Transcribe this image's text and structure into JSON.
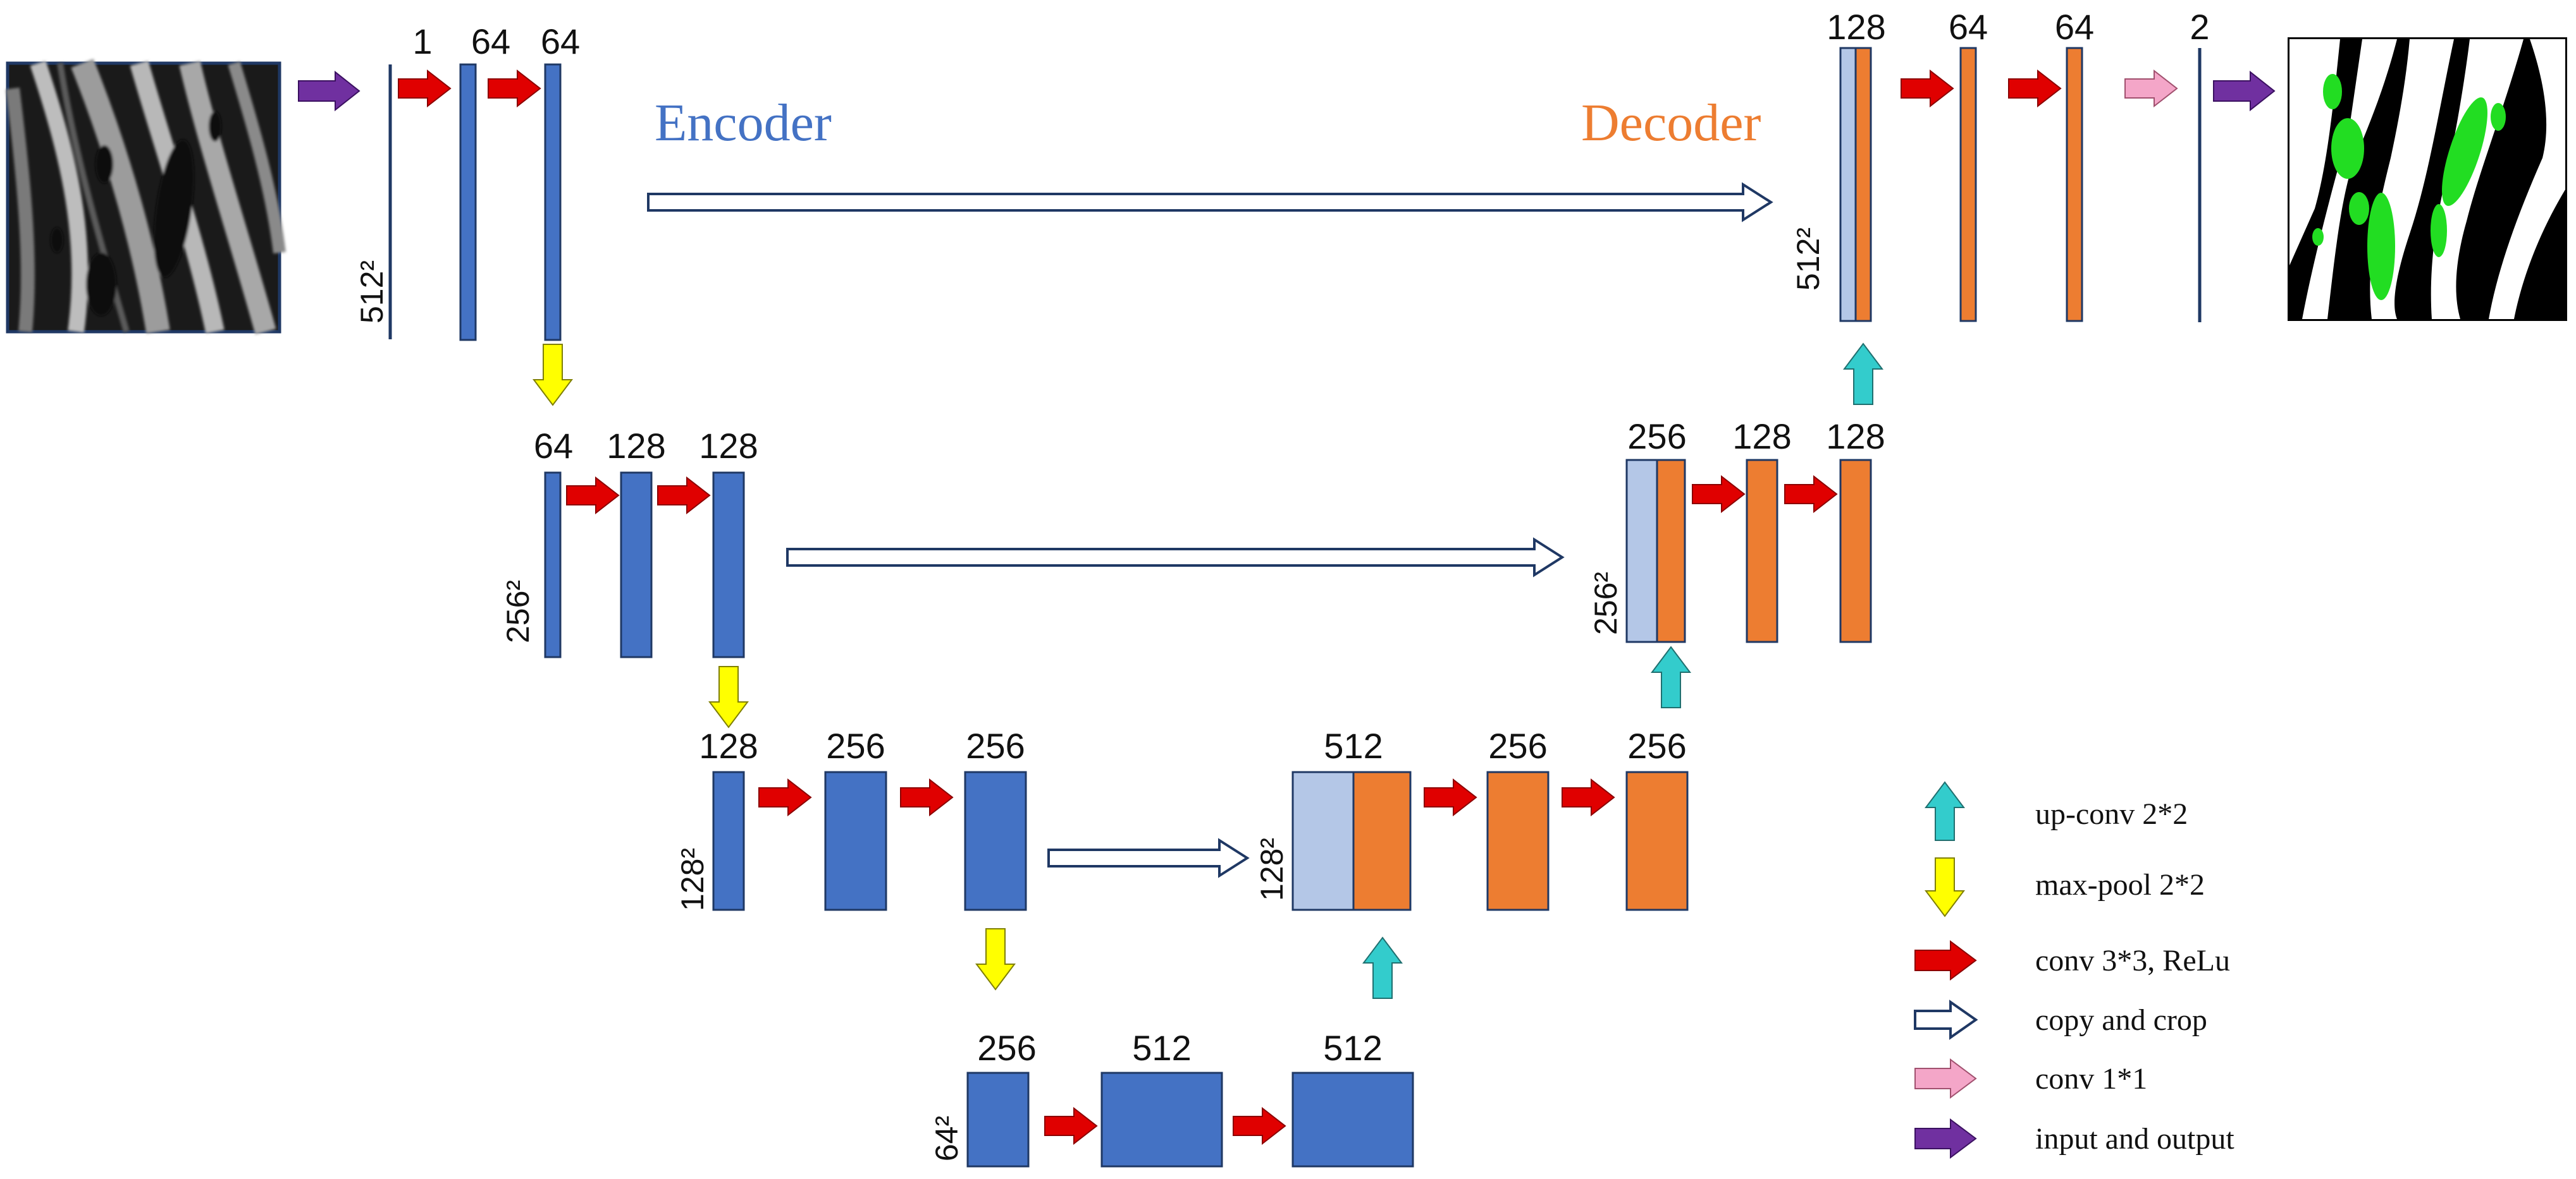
{
  "titles": {
    "encoder": "Encoder",
    "decoder": "Decoder"
  },
  "colors": {
    "encoder": "#4472c4",
    "decoder": "#ed7d31",
    "copy_block": "#b4c7e7",
    "block_stroke": "#1f3864",
    "conv_arrow": "#e00000",
    "maxpool_arrow": "#ffff00",
    "upconv_arrow": "#33cccc",
    "conv1_arrow": "#f4a6c8",
    "io_arrow": "#7030a0",
    "copy_arrow_stroke": "#1f3864",
    "mask_green": "#22dd22"
  },
  "encoder": {
    "level1": {
      "channels": [
        "1",
        "64",
        "64"
      ],
      "size": "512²"
    },
    "level2": {
      "channels": [
        "64",
        "128",
        "128"
      ],
      "size": "256²"
    },
    "level3": {
      "channels": [
        "128",
        "256",
        "256"
      ],
      "size": "128²"
    },
    "level4": {
      "channels": [
        "256",
        "512",
        "512"
      ],
      "size": "64²"
    }
  },
  "decoder": {
    "level3": {
      "channels": [
        "512",
        "256",
        "256"
      ],
      "size": "128²"
    },
    "level2": {
      "channels": [
        "256",
        "128",
        "128"
      ],
      "size": "256²"
    },
    "level1": {
      "channels": [
        "128",
        "64",
        "64",
        "2"
      ],
      "size": "512²"
    }
  },
  "images": {
    "input": "input-micrograph-image",
    "output": "segmentation-mask-image"
  },
  "legend": [
    {
      "icon": "up-arrow-cyan-icon",
      "label": "up-conv 2*2"
    },
    {
      "icon": "down-arrow-yellow-icon",
      "label": "max-pool 2*2"
    },
    {
      "icon": "right-arrow-red-icon",
      "label": "conv 3*3, ReLu"
    },
    {
      "icon": "right-arrow-hollow-icon",
      "label": "copy and crop"
    },
    {
      "icon": "right-arrow-pink-icon",
      "label": "conv 1*1"
    },
    {
      "icon": "right-arrow-purple-icon",
      "label": "input and output"
    }
  ]
}
